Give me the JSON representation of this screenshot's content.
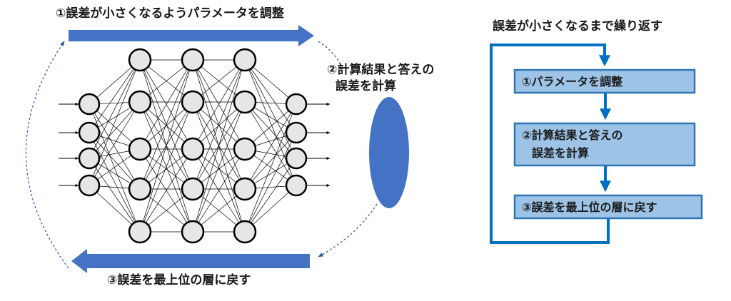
{
  "left_diagram": {
    "step1_label": "①誤差が小さくなるようパラメータを調整",
    "step2_label_line1": "②計算結果と答えの",
    "step2_label_line2": "誤差を計算",
    "step3_label": "③誤差を最上位の層に戻す",
    "network": {
      "layer_sizes": [
        4,
        5,
        5,
        5,
        4
      ],
      "input_arrows": 4,
      "output_arrows": 4
    }
  },
  "right_flowchart": {
    "title": "誤差が小さくなるまで繰り返す",
    "box1": "①パラメータを調整",
    "box2_line1": "②計算結果と答えの",
    "box2_line2": "誤差を計算",
    "box3": "③誤差を最上位の層に戻す"
  },
  "colors": {
    "arrow_blue": "#4472c4",
    "box_fill": "#9dc3e6",
    "box_border": "#2e75b6",
    "node_fill": "#e7e6e6",
    "dashed_line": "#2f5597"
  }
}
